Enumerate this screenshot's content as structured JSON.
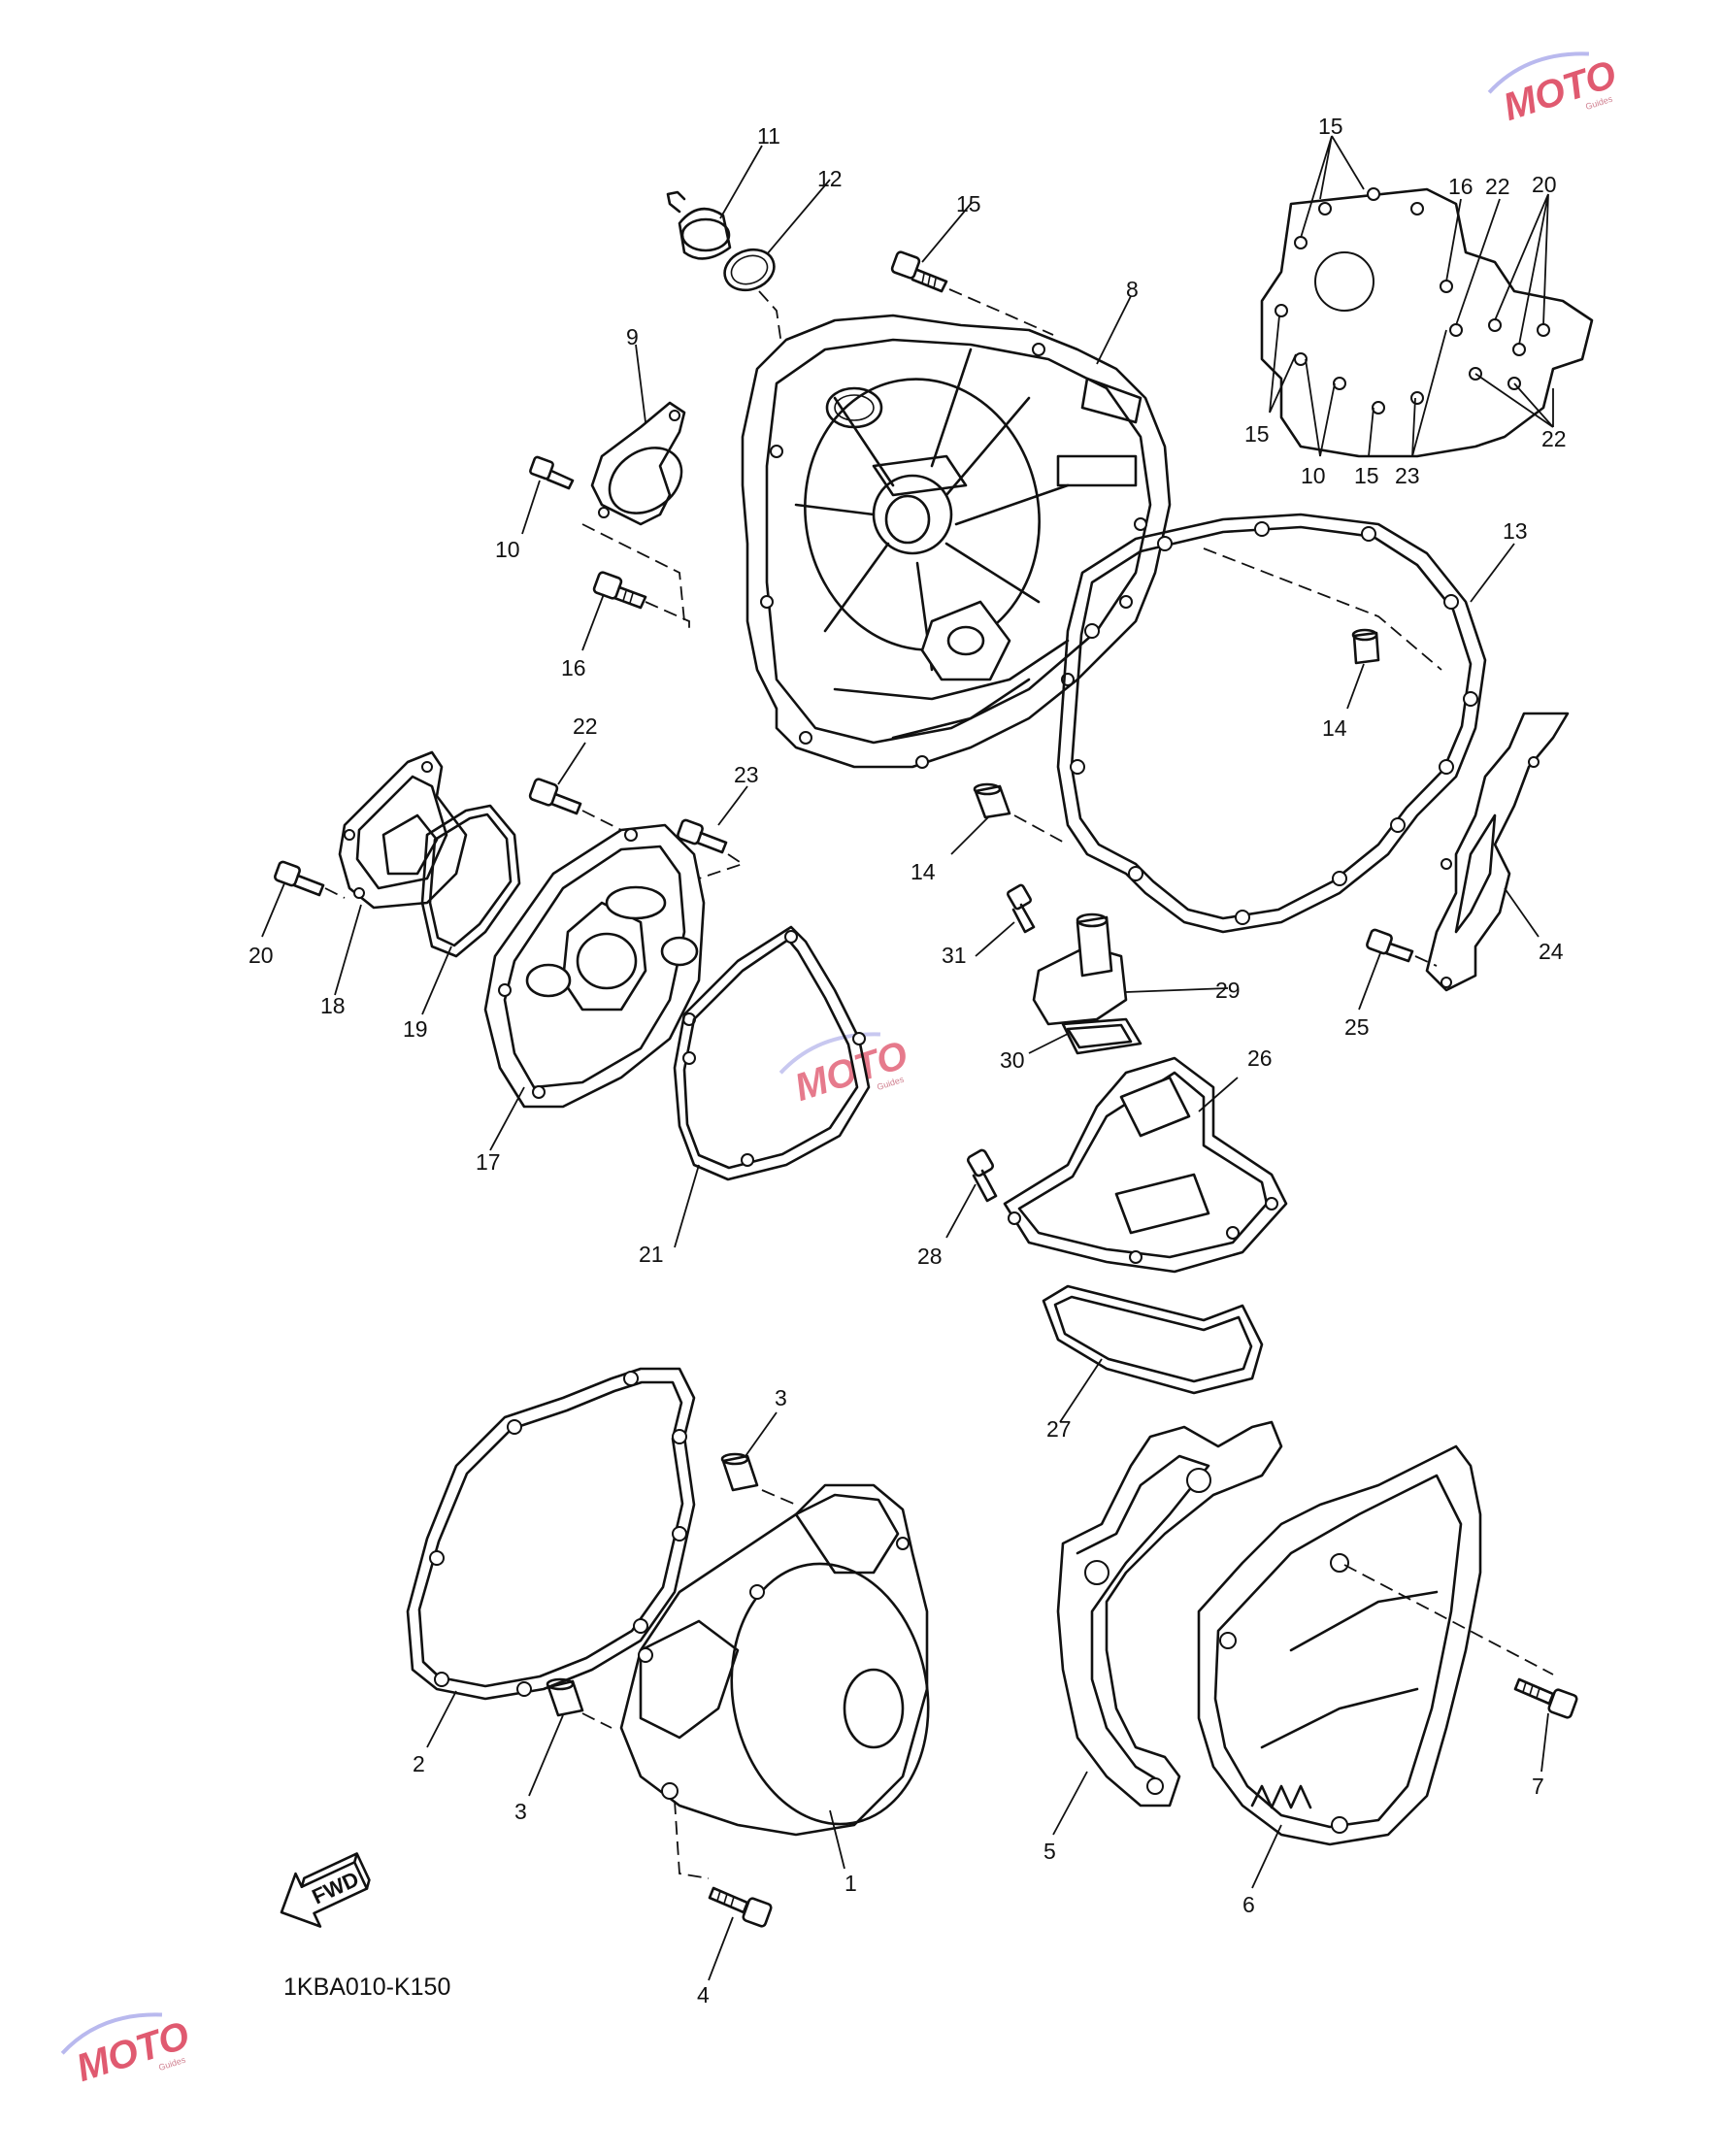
{
  "diagram": {
    "code": "1KBA010-K150",
    "arrow_label": "FWD",
    "watermark": {
      "logo_text": "MOTO",
      "subtext": "Guides"
    },
    "callouts": [
      {
        "n": "11"
      },
      {
        "n": "12"
      },
      {
        "n": "15"
      },
      {
        "n": "8"
      },
      {
        "n": "9"
      },
      {
        "n": "10"
      },
      {
        "n": "16"
      },
      {
        "n": "13"
      },
      {
        "n": "14"
      },
      {
        "n": "14"
      },
      {
        "n": "22"
      },
      {
        "n": "23"
      },
      {
        "n": "20"
      },
      {
        "n": "18"
      },
      {
        "n": "19"
      },
      {
        "n": "17"
      },
      {
        "n": "21"
      },
      {
        "n": "31"
      },
      {
        "n": "29"
      },
      {
        "n": "30"
      },
      {
        "n": "26"
      },
      {
        "n": "28"
      },
      {
        "n": "27"
      },
      {
        "n": "24"
      },
      {
        "n": "25"
      },
      {
        "n": "3"
      },
      {
        "n": "3"
      },
      {
        "n": "2"
      },
      {
        "n": "1"
      },
      {
        "n": "4"
      },
      {
        "n": "5"
      },
      {
        "n": "6"
      },
      {
        "n": "7"
      },
      {
        "n": "15"
      },
      {
        "n": "16"
      },
      {
        "n": "22"
      },
      {
        "n": "20"
      },
      {
        "n": "15"
      },
      {
        "n": "10"
      },
      {
        "n": "15"
      },
      {
        "n": "23"
      },
      {
        "n": "22"
      }
    ]
  }
}
